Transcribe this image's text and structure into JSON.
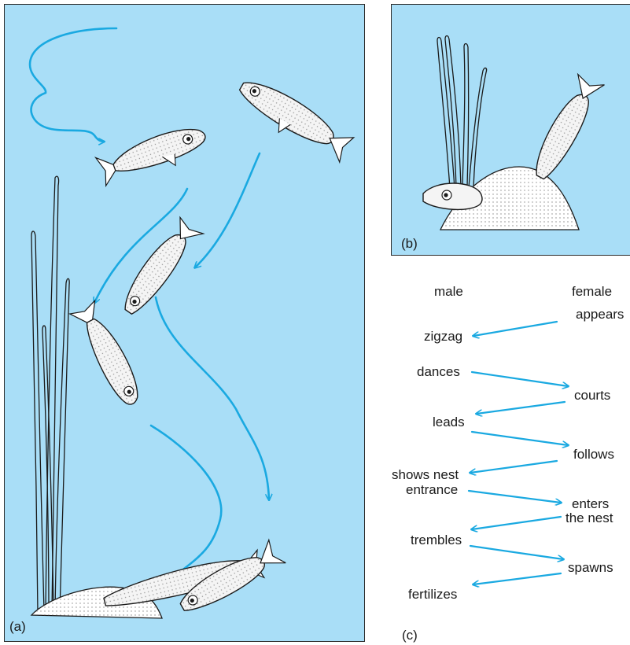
{
  "panels": {
    "a_label": "(a)",
    "b_label": "(b)",
    "c_label": "(c)"
  },
  "columns": {
    "male": "male",
    "female": "female"
  },
  "male_steps": {
    "zigzag": "zigzag",
    "dances": "dances",
    "leads": "leads",
    "shows_nest": "shows nest",
    "entrance": "entrance",
    "trembles": "trembles",
    "fertilizes": "fertilizes"
  },
  "female_steps": {
    "appears": "appears",
    "courts": "courts",
    "follows": "follows",
    "enters": "enters",
    "the_nest": "the nest",
    "spawns": "spawns"
  },
  "colors": {
    "water": "#a9def7",
    "arrow": "#1aa9e1",
    "line": "#1a1a1a",
    "fish_fill": "#f4f4f4"
  },
  "icons": [
    "stickleback-fish-icon",
    "water-weed-icon",
    "nest-mound-icon",
    "arrow-icon"
  ]
}
